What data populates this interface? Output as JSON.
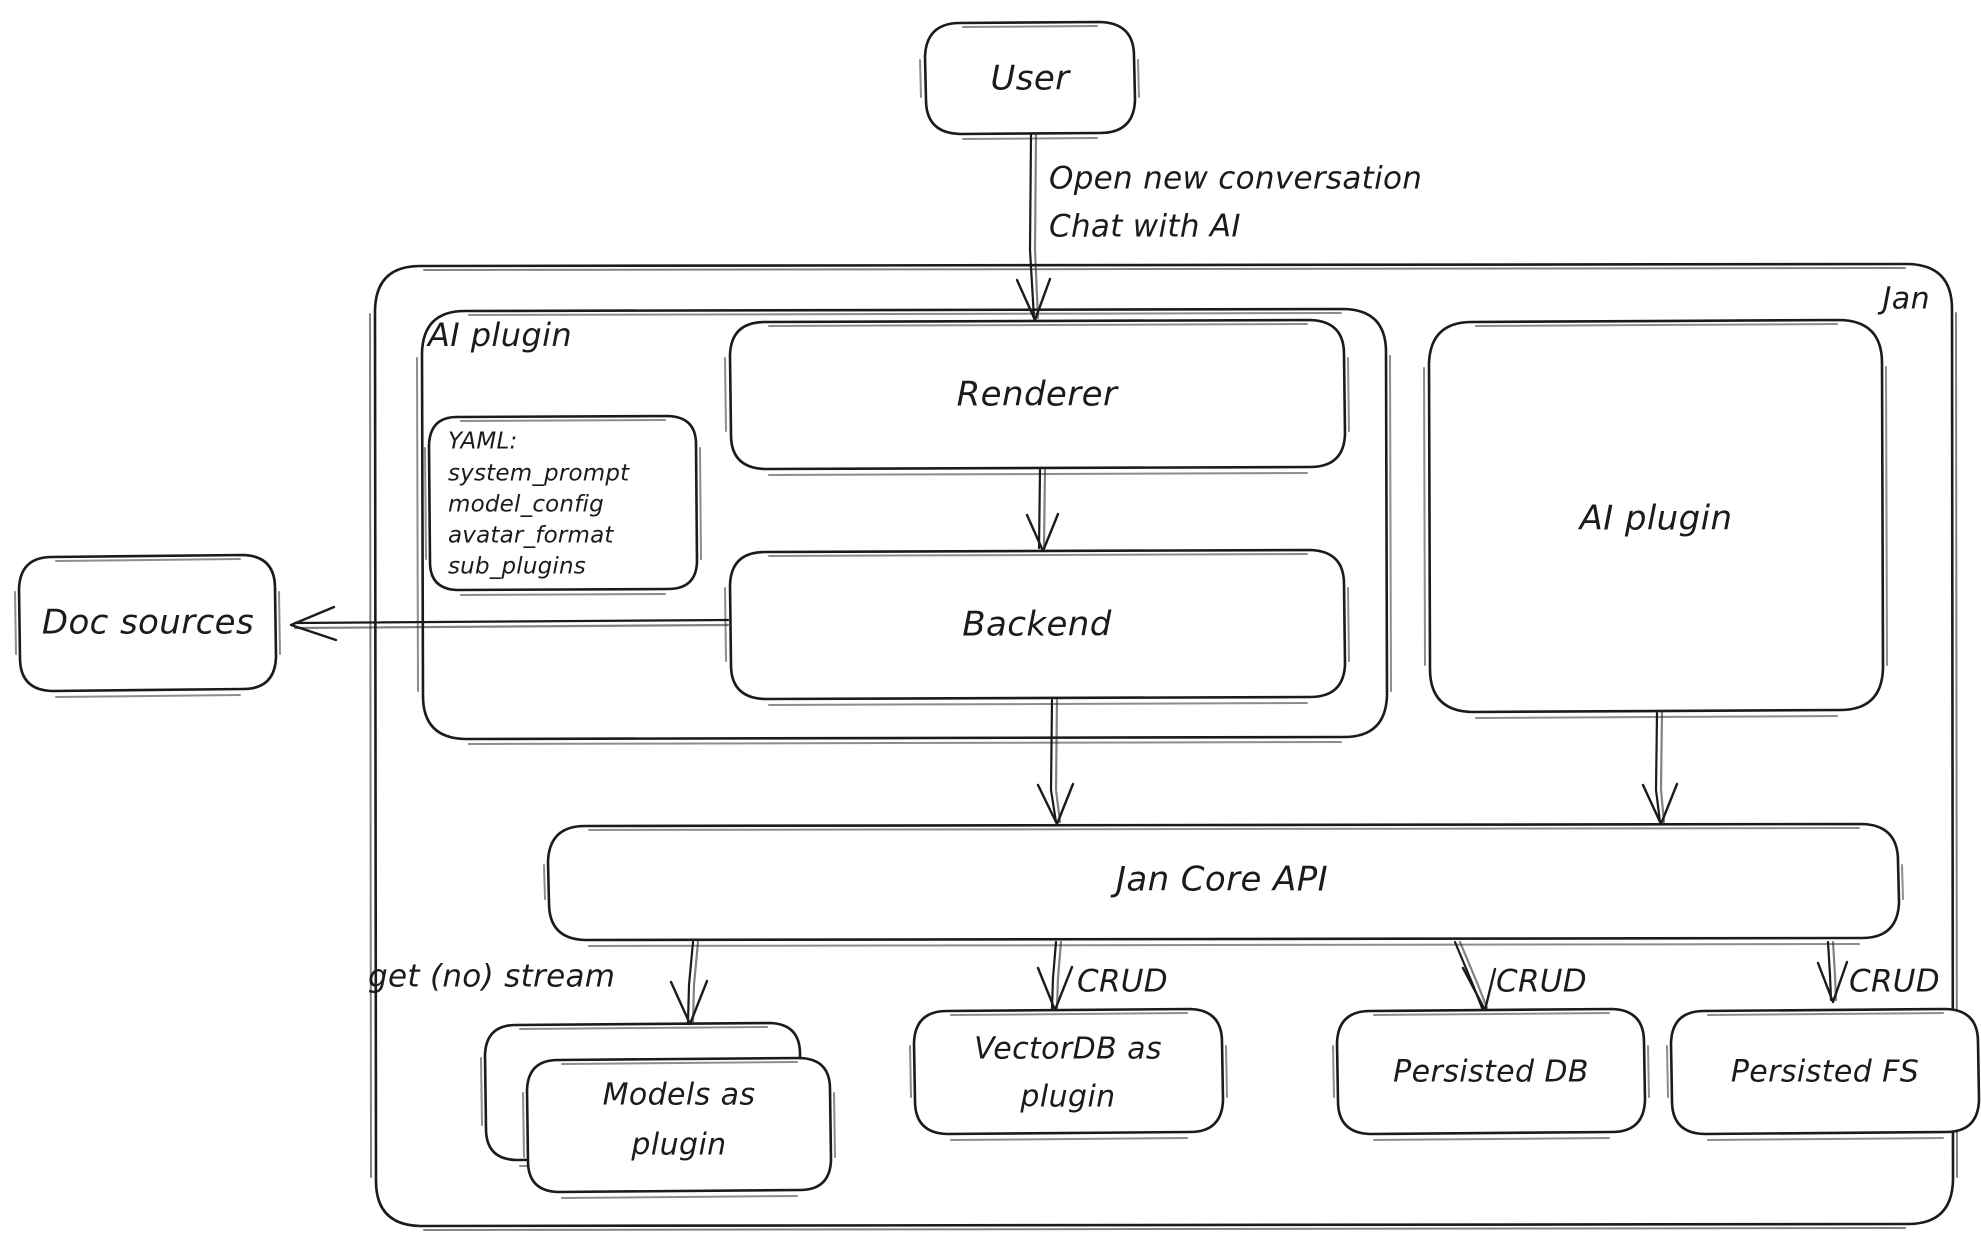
{
  "diagram": {
    "title": "Jan architecture diagram",
    "style": "hand-drawn sketch",
    "background_color": "#ffffff",
    "stroke_color": "#1b1b1b"
  },
  "containers": {
    "jan": {
      "label": "Jan"
    },
    "ai_plugin_group": {
      "label": "AI plugin"
    }
  },
  "nodes": {
    "user": {
      "label": "User"
    },
    "renderer": {
      "label": "Renderer"
    },
    "backend": {
      "label": "Backend"
    },
    "ai_plugin": {
      "label": "AI plugin"
    },
    "doc_sources": {
      "label": "Doc sources"
    },
    "jan_core_api": {
      "label": "Jan Core API"
    },
    "models_plugin": {
      "label_line1": "Models as",
      "label_line2": "plugin"
    },
    "vectordb_plugin": {
      "label_line1": "VectorDB as",
      "label_line2": "plugin"
    },
    "persisted_db": {
      "label": "Persisted DB"
    },
    "persisted_fs": {
      "label": "Persisted FS"
    }
  },
  "yaml_note": {
    "title": "YAML:",
    "items": [
      "system_prompt",
      "model_config",
      "avatar_format",
      "sub_plugins"
    ]
  },
  "edge_labels": {
    "user_to_renderer_line1": "Open new conversation",
    "user_to_renderer_line2": "Chat with AI",
    "core_to_models": "get (no) stream",
    "core_to_vectordb": "CRUD",
    "core_to_persisted_db": "CRUD",
    "core_to_persisted_fs": "CRUD"
  }
}
